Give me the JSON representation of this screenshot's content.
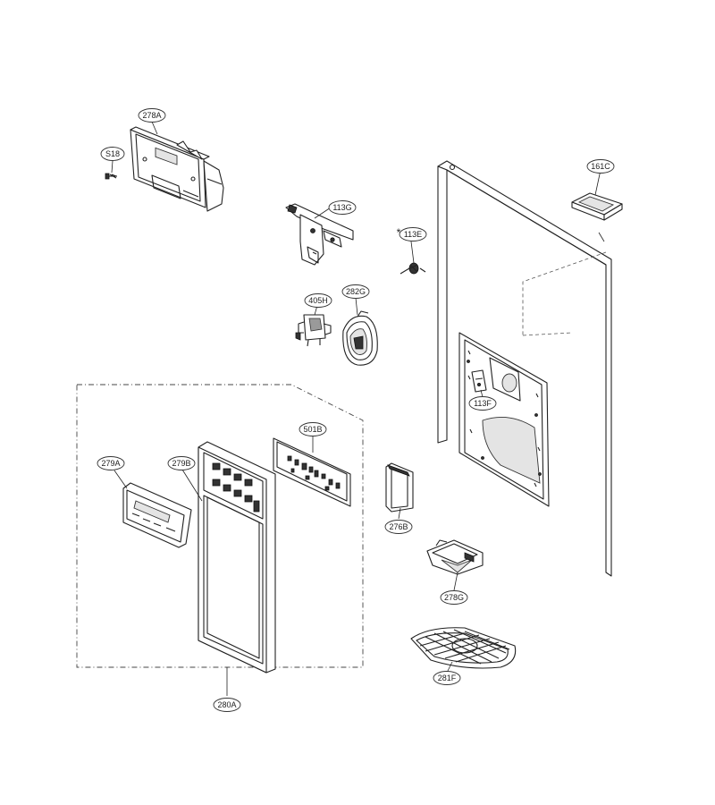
{
  "diagram": {
    "labels": {
      "p278A": "278A",
      "pS18": "S18",
      "p113G": "113G",
      "p113E": "113E",
      "p161C": "161C",
      "p405H": "405H",
      "p282G": "282G",
      "p113F": "113F",
      "p501B": "501B",
      "p279A": "279A",
      "p279B": "279B",
      "p276B": "276B",
      "p278G": "278G",
      "p281F": "281F",
      "p280A": "280A"
    },
    "marker": "*"
  }
}
